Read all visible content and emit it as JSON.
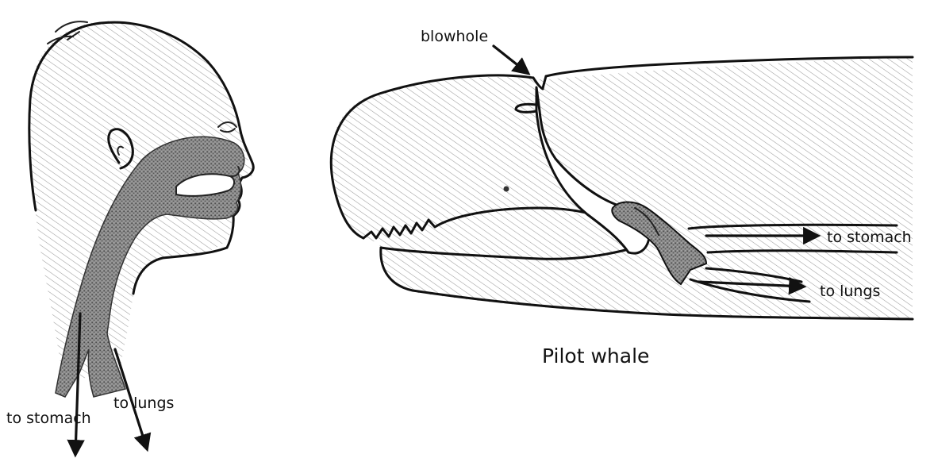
{
  "human": {
    "label_stomach": "to stomach",
    "label_lungs": "to lungs"
  },
  "whale": {
    "caption": "Pilot whale",
    "label_blowhole": "blowhole",
    "label_stomach": "to stomach",
    "label_lungs": "to lungs"
  },
  "colors": {
    "ink": "#111111",
    "shading": "#9a9a9a",
    "airway": "#6e6e6e"
  }
}
